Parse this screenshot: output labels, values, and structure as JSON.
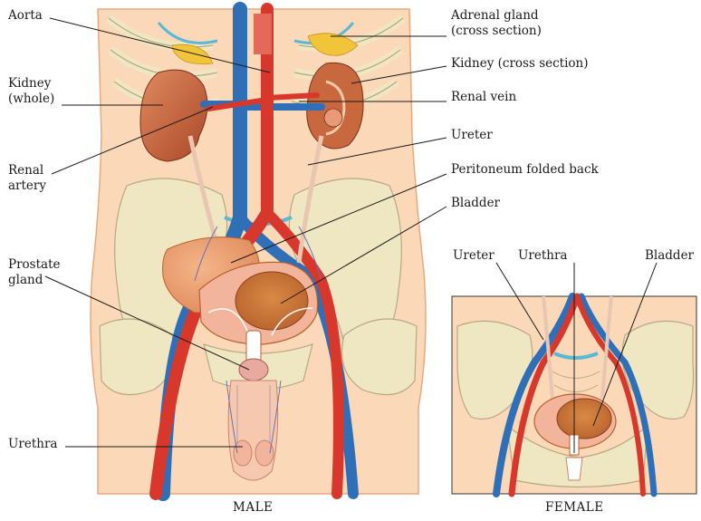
{
  "colors": {
    "skin": "#fbd9b8",
    "skin_edge": "#e8a880",
    "bone": "#efe6c2",
    "bone_edge": "#b7a883",
    "artery": "#d8382c",
    "vein": "#2f6fb8",
    "kidney": "#c8683f",
    "bladder": "#e58b50",
    "prostate": "#e7a9a0",
    "fat": "#f2c43a",
    "cartilage": "#59b8d6"
  },
  "labels": {
    "aorta": "Aorta",
    "kidney_whole_1": "Kidney",
    "kidney_whole_2": "(whole)",
    "renal_artery_1": "Renal",
    "renal_artery_2": "artery",
    "prostate_1": "Prostate",
    "prostate_2": "gland",
    "urethra_male": "Urethra",
    "adrenal_1": "Adrenal gland",
    "adrenal_2": "(cross section)",
    "kidney_cross": "Kidney (cross section)",
    "renal_vein": "Renal vein",
    "ureter": "Ureter",
    "peritoneum": "Peritoneum folded back",
    "bladder": "Bladder",
    "female_ureter": "Ureter",
    "female_urethra": "Urethra",
    "female_bladder": "Bladder"
  },
  "captions": {
    "male": "MALE",
    "female": "FEMALE"
  }
}
